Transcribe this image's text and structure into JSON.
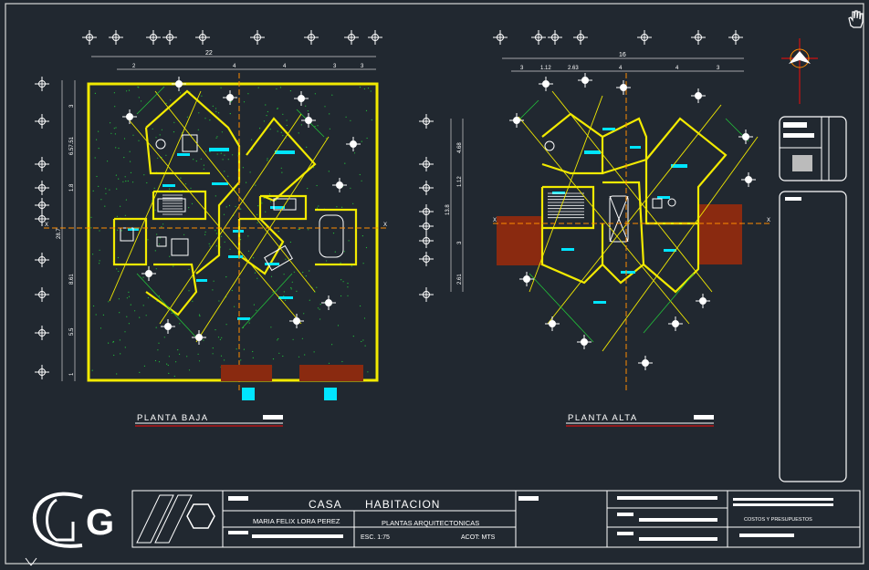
{
  "colors": {
    "background": "#212830",
    "frame": "#e6e6e6",
    "wall": "#f2ea00",
    "axis": "#ffffff",
    "cyan": "#00e5ff",
    "green": "#22c13a",
    "red": "#d01010",
    "orange": "#ff8c00",
    "brick": "#8a2a10"
  },
  "plans": {
    "ground": {
      "title": "PLANTA BAJA",
      "top_total": "22",
      "top_dims": [
        "2",
        "4",
        "4",
        "3",
        "3"
      ],
      "left_dims": [
        "1",
        "5.5",
        "8.61",
        "28.7",
        "1.8",
        "6.57.51",
        "3"
      ]
    },
    "upper": {
      "title": "PLANTA ALTA",
      "top_total": "16",
      "top_dims": [
        "3",
        "1.12",
        "2.63",
        "4",
        "4",
        "3"
      ],
      "left_dims": [
        "2.61",
        "3",
        "13.8",
        "1.12",
        "4.68"
      ]
    }
  },
  "axis_marker": "X",
  "title_block": {
    "project_title": "CASA      HABITACION",
    "author": "MARIA FELIX LORA PEREZ",
    "sheet_content": "PLANTAS ARQUITECTONICAS",
    "scale": "ESC. 1:75",
    "units": "ACOT: MTS",
    "category": "COSTOS Y PRESUPUESTOS",
    "logo": "GG"
  },
  "icons": {
    "north": "north-arrow-icon",
    "pan": "hand-pan-icon"
  }
}
